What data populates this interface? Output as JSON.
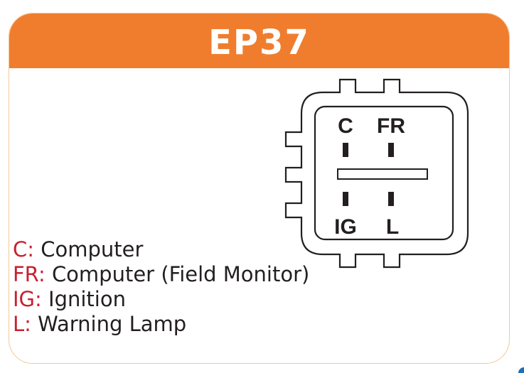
{
  "title": "EP37",
  "colors": {
    "header": "#f07d2e",
    "border": "#f2c99a",
    "legend_key": "#c8202f",
    "text": "#231f20"
  },
  "connector": {
    "terminals": {
      "top_left": "C",
      "top_right": "FR",
      "bottom_left": "IG",
      "bottom_right": "L"
    }
  },
  "legend": [
    {
      "key": "C:",
      "desc": "Computer"
    },
    {
      "key": "FR:",
      "desc": "Computer (Field Monitor)"
    },
    {
      "key": "IG:",
      "desc": "Ignition"
    },
    {
      "key": "L:",
      "desc": "Warning Lamp"
    }
  ]
}
